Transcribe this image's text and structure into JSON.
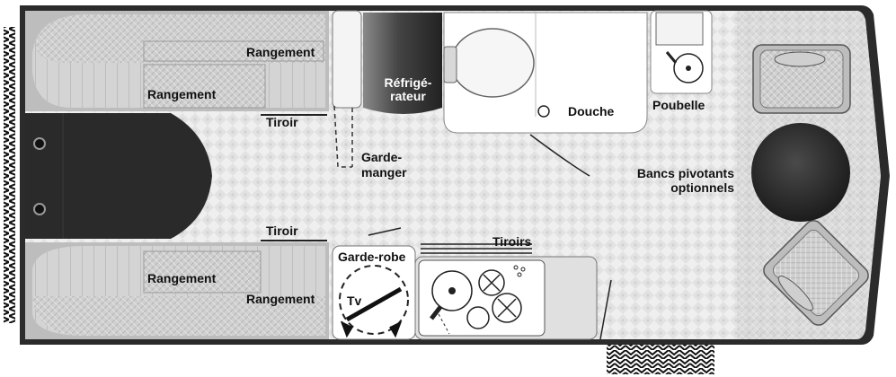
{
  "labels": {
    "rangement_top_right": "Rangement",
    "rangement_top_left": "Rangement",
    "refrigerateur_line1": "Réfrigé-",
    "refrigerateur_line2": "rateur",
    "douche": "Douche",
    "poubelle": "Poubelle",
    "tiroir_top": "Tiroir",
    "garde_manger_line1": "Garde-",
    "garde_manger_line2": "manger",
    "bancs_line1": "Bancs pivotants",
    "bancs_line2": "optionnels",
    "tiroir_bottom": "Tiroir",
    "tiroirs": "Tiroirs",
    "garde_robe": "Garde-robe",
    "tv": "Tv",
    "rangement_bottom_left": "Rangement",
    "rangement_bottom_right": "Rangement"
  },
  "colors": {
    "floor": "#ececec",
    "wall": "#222222",
    "furniture": "#d9d9d9",
    "dark_bed": "#2a2a2a",
    "white_unit": "#ffffff",
    "table": "#333333"
  }
}
